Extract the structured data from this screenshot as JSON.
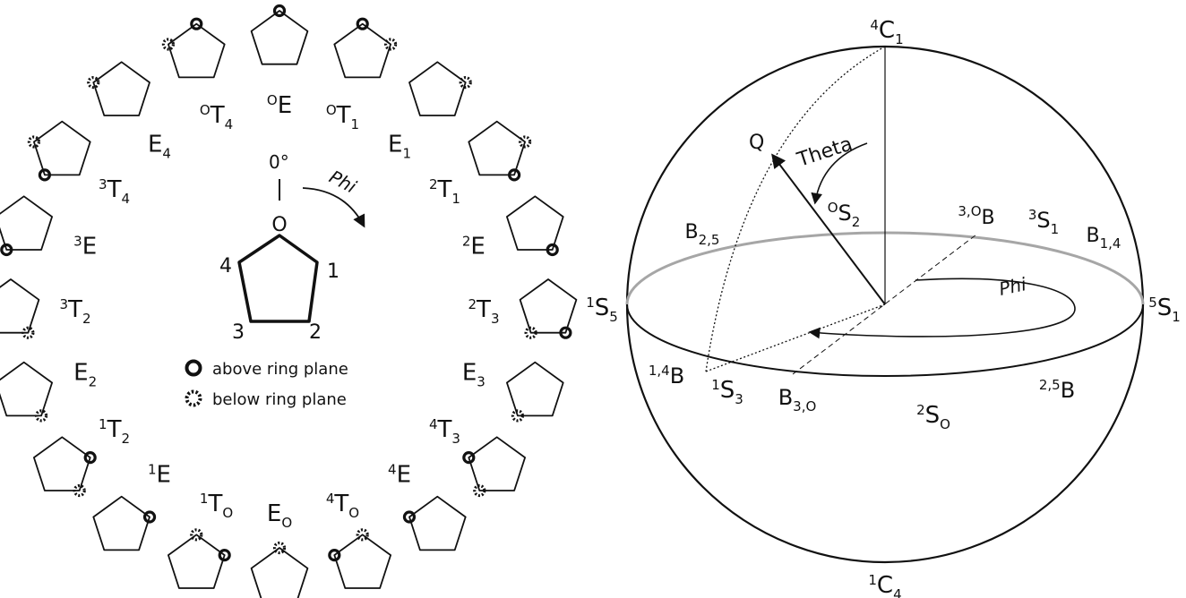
{
  "colors": {
    "ink": "#111111",
    "equator": "#a6a6a6",
    "background": "#ffffff"
  },
  "pentagon_wheel": {
    "center_label": "0°",
    "direction_label": "Phi",
    "ring_atoms": {
      "o": "O",
      "c1": "1",
      "c2": "2",
      "c3": "3",
      "c4": "4"
    },
    "legend": {
      "above": {
        "icon": "solid-ring-icon",
        "text": "above ring plane"
      },
      "below": {
        "icon": "dashed-ring-icon",
        "text": "below ring plane"
      }
    },
    "conformers": [
      {
        "sup": "O",
        "main": "E",
        "sub": "",
        "above": [
          "O"
        ],
        "below": []
      },
      {
        "sup": "O",
        "main": "T",
        "sub": "1",
        "above": [
          "O"
        ],
        "below": [
          "C1"
        ]
      },
      {
        "sup": "",
        "main": "E",
        "sub": "1",
        "above": [],
        "below": [
          "C1"
        ]
      },
      {
        "sup": "2",
        "main": "T",
        "sub": "1",
        "above": [
          "C2"
        ],
        "below": [
          "C1"
        ]
      },
      {
        "sup": "2",
        "main": "E",
        "sub": "",
        "above": [
          "C2"
        ],
        "below": []
      },
      {
        "sup": "2",
        "main": "T",
        "sub": "3",
        "above": [
          "C2"
        ],
        "below": [
          "C3"
        ]
      },
      {
        "sup": "",
        "main": "E",
        "sub": "3",
        "above": [],
        "below": [
          "C3"
        ]
      },
      {
        "sup": "4",
        "main": "T",
        "sub": "3",
        "above": [
          "C4"
        ],
        "below": [
          "C3"
        ]
      },
      {
        "sup": "4",
        "main": "E",
        "sub": "",
        "above": [
          "C4"
        ],
        "below": []
      },
      {
        "sup": "4",
        "main": "T",
        "sub": "O",
        "above": [
          "C4"
        ],
        "below": [
          "O"
        ]
      },
      {
        "sup": "",
        "main": "E",
        "sub": "O",
        "above": [],
        "below": [
          "O"
        ]
      },
      {
        "sup": "1",
        "main": "T",
        "sub": "O",
        "above": [
          "C1"
        ],
        "below": [
          "O"
        ]
      },
      {
        "sup": "1",
        "main": "E",
        "sub": "",
        "above": [
          "C1"
        ],
        "below": []
      },
      {
        "sup": "1",
        "main": "T",
        "sub": "2",
        "above": [
          "C1"
        ],
        "below": [
          "C2"
        ]
      },
      {
        "sup": "",
        "main": "E",
        "sub": "2",
        "above": [],
        "below": [
          "C2"
        ]
      },
      {
        "sup": "3",
        "main": "T",
        "sub": "2",
        "above": [
          "C3"
        ],
        "below": [
          "C2"
        ]
      },
      {
        "sup": "3",
        "main": "E",
        "sub": "",
        "above": [
          "C3"
        ],
        "below": []
      },
      {
        "sup": "3",
        "main": "T",
        "sub": "4",
        "above": [
          "C3"
        ],
        "below": [
          "C4"
        ]
      },
      {
        "sup": "",
        "main": "E",
        "sub": "4",
        "above": [],
        "below": [
          "C4"
        ]
      },
      {
        "sup": "O",
        "main": "T",
        "sub": "4",
        "above": [
          "O"
        ],
        "below": [
          "C4"
        ]
      }
    ]
  },
  "sphere": {
    "theta_label": "Theta",
    "phi_label": "Phi",
    "q_label": "Q",
    "labels": [
      {
        "id": "4C1",
        "sup": "4",
        "main": "C",
        "sub": "1"
      },
      {
        "id": "1C4",
        "sup": "1",
        "main": "C",
        "sub": "4"
      },
      {
        "id": "1S5",
        "sup": "1",
        "main": "S",
        "sub": "5"
      },
      {
        "id": "5S1",
        "sup": "5",
        "main": "S",
        "sub": "1"
      },
      {
        "id": "OS2",
        "sup": "O",
        "main": "S",
        "sub": "2"
      },
      {
        "id": "B25",
        "sup": "",
        "main": "B",
        "sub": "2,5"
      },
      {
        "id": "3OB",
        "sup": "3,O",
        "main": "B",
        "sub": ""
      },
      {
        "id": "3S1",
        "sup": "3",
        "main": "S",
        "sub": "1"
      },
      {
        "id": "B14",
        "sup": "",
        "main": "B",
        "sub": "1,4"
      },
      {
        "id": "14B",
        "sup": "1,4",
        "main": "B",
        "sub": ""
      },
      {
        "id": "1S3",
        "sup": "1",
        "main": "S",
        "sub": "3"
      },
      {
        "id": "B3O",
        "sup": "",
        "main": "B",
        "sub": "3,O"
      },
      {
        "id": "2SO",
        "sup": "2",
        "main": "S",
        "sub": "O"
      },
      {
        "id": "25B",
        "sup": "2,5",
        "main": "B",
        "sub": ""
      }
    ]
  }
}
